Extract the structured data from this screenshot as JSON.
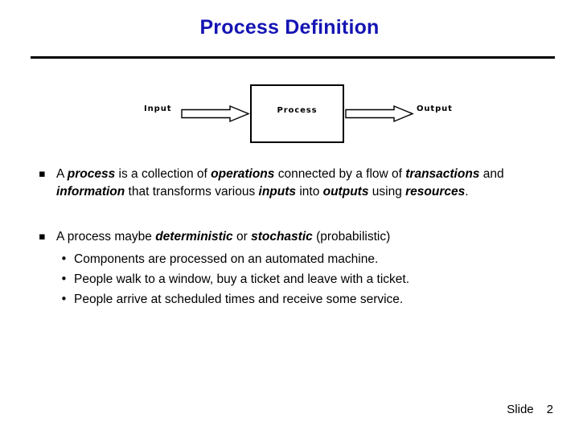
{
  "slide": {
    "title": "Process Definition",
    "accent_color": "#1414b4",
    "rule_color": "#000000",
    "background": "#ffffff"
  },
  "diagram": {
    "input_label": "Input",
    "process_label": "Process",
    "output_label": "Output",
    "left_arrow_icon": "block-arrow-right-icon",
    "right_arrow_icon": "block-arrow-right-icon",
    "stroke_color": "#000000"
  },
  "bullets": [
    {
      "marker": "▪",
      "segments": [
        {
          "text": "A ",
          "bold": false
        },
        {
          "text": "process",
          "bold": true
        },
        {
          "text": " is a collection of ",
          "bold": false
        },
        {
          "text": "operations",
          "bold": true
        },
        {
          "text": " connected by a flow of ",
          "bold": false
        },
        {
          "text": "transactions",
          "bold": true
        },
        {
          "text": " and ",
          "bold": false
        },
        {
          "text": "information",
          "bold": true
        },
        {
          "text": " that transforms various ",
          "bold": false
        },
        {
          "text": "inputs",
          "bold": true
        },
        {
          "text": " into ",
          "bold": false
        },
        {
          "text": "outputs",
          "bold": true
        },
        {
          "text": " using ",
          "bold": false
        },
        {
          "text": "resources",
          "bold": true
        },
        {
          "text": ".",
          "bold": false
        }
      ]
    },
    {
      "marker": "▪",
      "segments": [
        {
          "text": "A process maybe ",
          "bold": false
        },
        {
          "text": "deterministic",
          "bold": true
        },
        {
          "text": " or ",
          "bold": false
        },
        {
          "text": "stochastic",
          "bold": true
        },
        {
          "text": " (probabilistic)",
          "bold": false
        }
      ],
      "sub_items": [
        {
          "marker": "•",
          "text": "Components are processed on an automated machine."
        },
        {
          "marker": "•",
          "text": "People walk to a window, buy a ticket and leave with a ticket."
        },
        {
          "marker": "•",
          "text": "People arrive at scheduled times and receive some service."
        }
      ]
    }
  ],
  "footer": {
    "label": "Slide",
    "number": "2"
  }
}
